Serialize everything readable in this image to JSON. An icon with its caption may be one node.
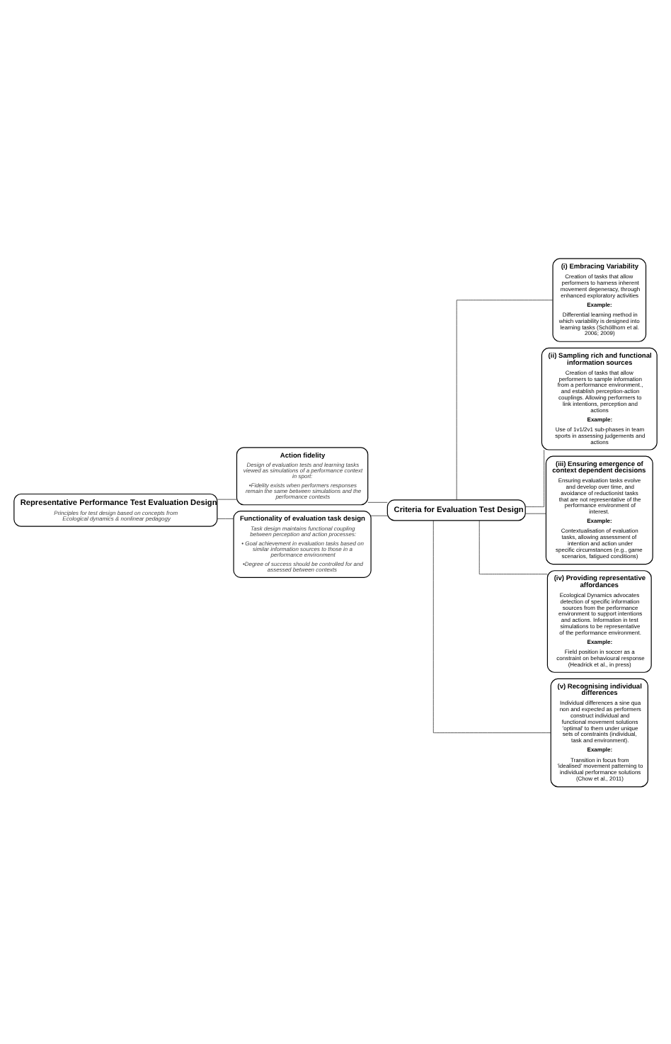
{
  "diagram": {
    "nodes": [
      {
        "text": [
          "Representative Performance Test Evaluation Design",
          "Principles for test design based on concepts from Ecological dynamics & nonlinear pedagogy"
        ]
      },
      {
        "text": [
          "Action fidelity",
          "Design of evaluation tests and learning tasks viewed as simulations of a performance context in sport:",
          "•Fidelity exists when performers responses remain the same between simulations and the performance contexts"
        ]
      },
      {
        "text": [
          "Functionality of evaluation task design",
          "Task design maintains functional coupling between perception and action processes:",
          "• Goal achievement in evaluation tasks based on similar information sources to those in a performance environment",
          "•Degree of success should be controlled for and assessed between contexts"
        ]
      },
      {
        "text": [
          "Criteria for Evaluation Test Design"
        ]
      },
      {
        "text": [
          "(i) Embracing Variability",
          "Creation of tasks that allow performers to harness inherent movement degeneracy, through enhanced exploratory activities",
          "Example:",
          "Differential learning method in which variability is designed into learning tasks (Schöllhorn et al. 2006; 2009)"
        ]
      },
      {
        "text": [
          "(ii) Sampling rich and functional information sources",
          "Creation of tasks that allow performers to sample information from a performance environment., and establish perception-action couplings. Allowing performers to link intentions, perception and actions",
          "Example:",
          "Use of 1v1/2v1 sub-phases in team sports in assessing judgements and actions"
        ]
      },
      {
        "text": [
          "(iii) Ensuring emergence of context dependent decisions",
          "Ensuring evaluation tasks evolve and develop over time, and avoidance of reductionist tasks that are not representative of the performance environment of interest.",
          "Example:",
          "Contextualisation of evaluation tasks, allowing assessment of intention and action under specific circumstances (e.g., game scenarios, fatigued conditions)"
        ]
      },
      {
        "text": [
          "(iv) Providing representative affordances",
          "Ecological Dynamics advocates detection of specific information sources from the performance environment to support intentions and actions. Information in test simulations to be representative of the performance environment.",
          "Example:",
          "Field position in soccer as a constraint on behavioural response (Headrick et al., in press)"
        ]
      },
      {
        "text": [
          "(v) Recognising individual differences",
          "Individual differences a sine qua non and expected as performers construct individual and functional movement solutions 'optimal' to them under unique sets of constraints (individual, task and environment).",
          "Example:",
          "Transition in focus from 'idealised' movement patterning to individual performance solutions (Chow et al., 2011)"
        ]
      }
    ],
    "edges": [
      {
        "from": 0,
        "to": 1,
        "arrow": "none"
      },
      {
        "from": 0,
        "to": 2,
        "arrow": "none"
      },
      {
        "from": 1,
        "to": 3,
        "arrow": "none"
      },
      {
        "from": 2,
        "to": 3,
        "arrow": "none"
      },
      {
        "from": 3,
        "to": 4,
        "arrow": "none"
      },
      {
        "from": 3,
        "to": 5,
        "arrow": "none"
      },
      {
        "from": 3,
        "to": 6,
        "arrow": "none"
      },
      {
        "from": 3,
        "to": 7,
        "arrow": "none"
      },
      {
        "from": 3,
        "to": 8,
        "arrow": "none"
      }
    ]
  }
}
